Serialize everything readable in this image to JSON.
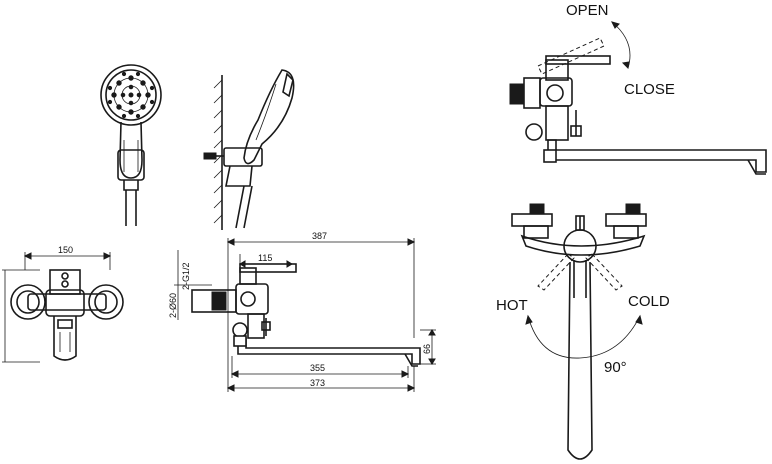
{
  "labels": {
    "open": "OPEN",
    "close": "CLOSE",
    "hot": "HOT",
    "cold": "COLD",
    "angle": "90°"
  },
  "dimensions": {
    "front_width": "150",
    "side_total": "387",
    "side_lever": "115",
    "side_spout": "355",
    "side_overall": "373",
    "side_height": "66",
    "thread": "2-G1/2",
    "pipe_dia": "2-Ø60"
  },
  "colors": {
    "line": "#1a1a1a",
    "background": "#ffffff"
  }
}
